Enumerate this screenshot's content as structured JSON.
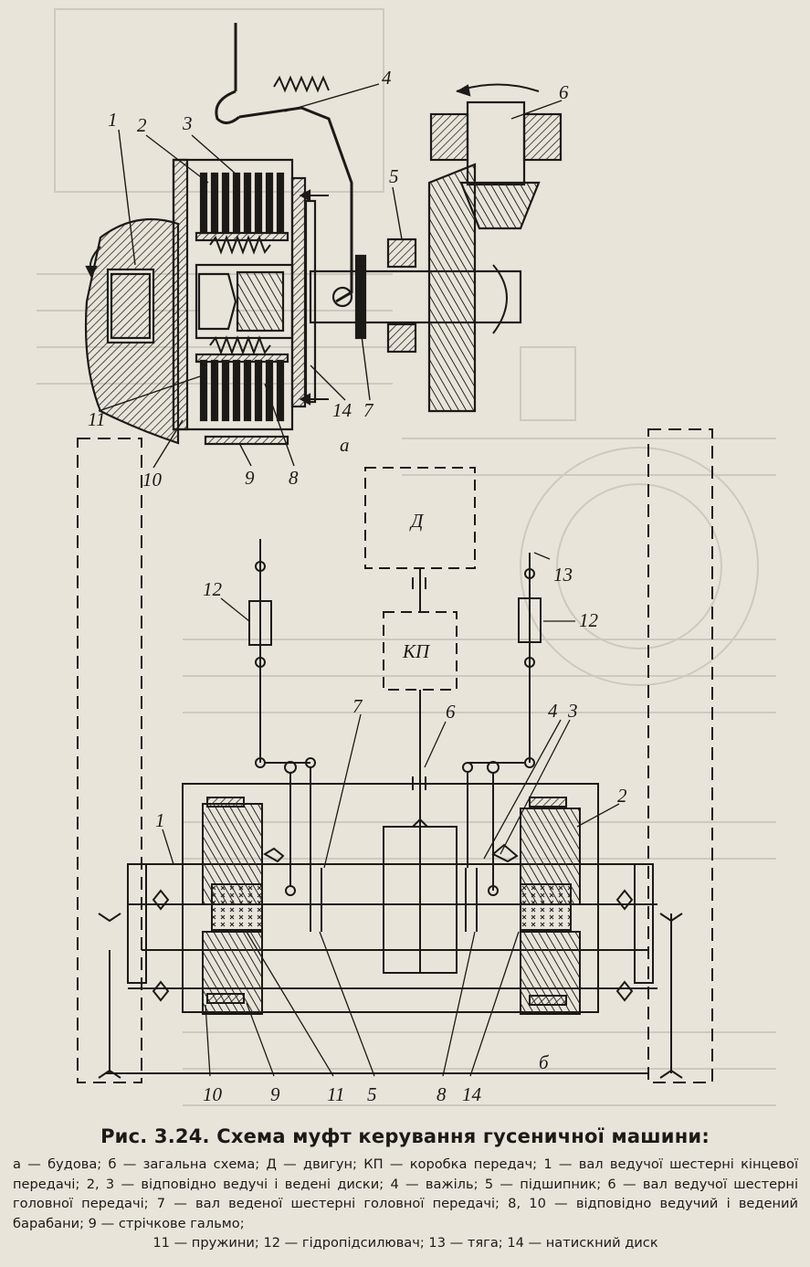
{
  "figure": {
    "part_a_label": "а",
    "part_b_label": "б",
    "blocks": {
      "engine": "Д",
      "gearbox": "КП"
    },
    "callouts_a": [
      "1",
      "2",
      "3",
      "4",
      "5",
      "6",
      "7",
      "8",
      "9",
      "10",
      "11",
      "14"
    ],
    "callouts_b": [
      "1",
      "2",
      "3",
      "4",
      "5",
      "6",
      "7",
      "8",
      "9",
      "10",
      "11",
      "12",
      "12",
      "13",
      "14"
    ]
  },
  "caption": {
    "title": "Рис. 3.24. Схема муфт керування гусеничної машини:",
    "body": "а — будова; б — загальна схема; Д — двигун; КП — коробка передач; 1 — вал ведучої шестерні кінцевої передачі; 2, 3 — відповідно ведучі і ведені диски; 4 — важіль; 5 — підшипник; 6 — вал ведучої шестерні головної передачі; 7 — вал веденої шестерні головної передачі; 8, 10 — відповідно ведучий і ведений барабани; 9 — стрічкове гальмо;",
    "body_last": "11 — пружини; 12 — гідропідсилювач; 13 — тяга; 14 — натискний диск"
  }
}
